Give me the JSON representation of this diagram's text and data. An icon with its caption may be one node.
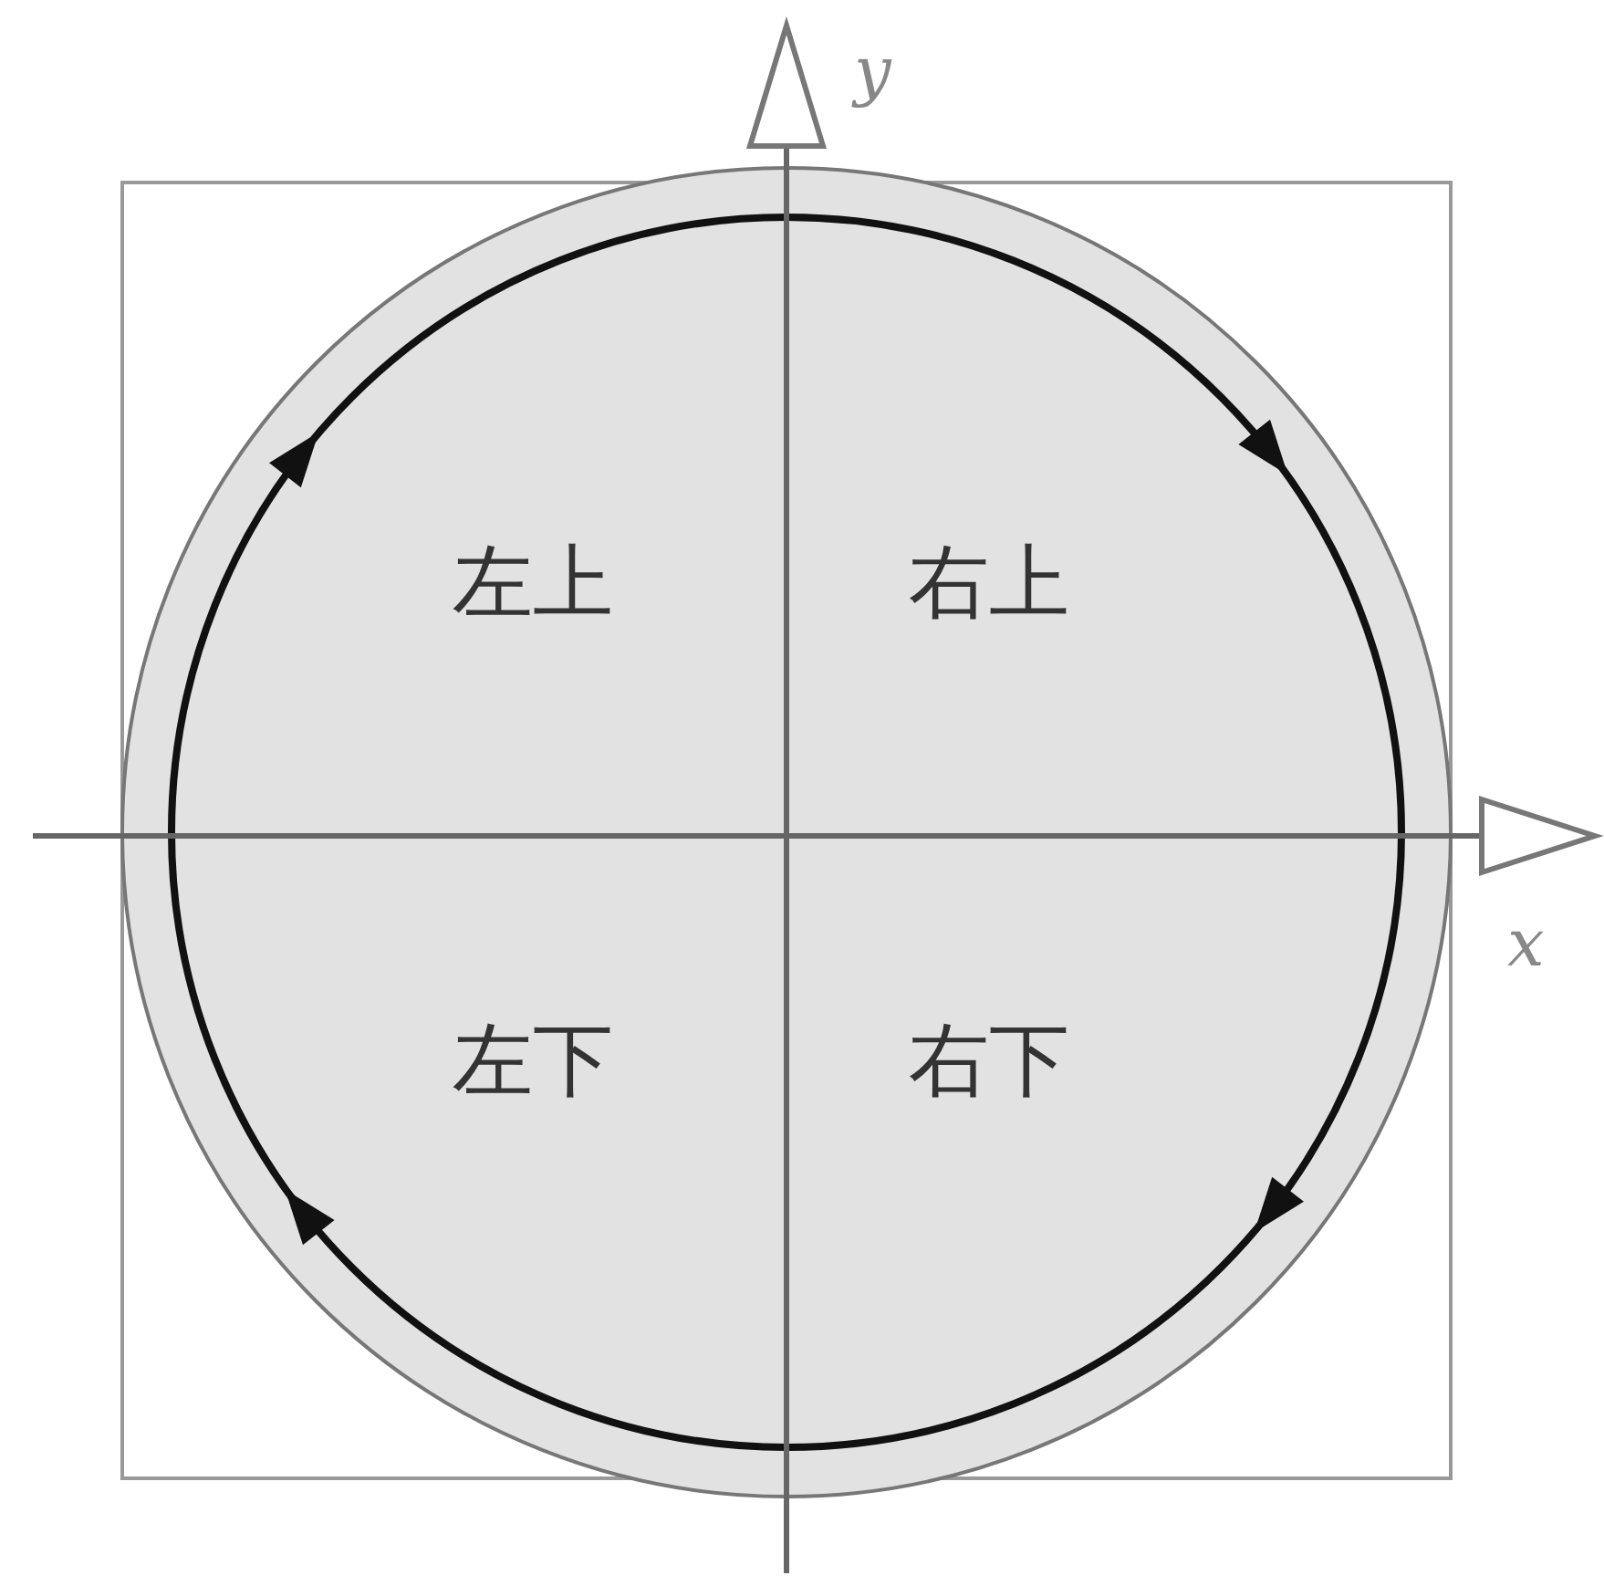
{
  "diagram": {
    "labels": [
      "y",
      "左上",
      "右上",
      "x",
      "左下",
      "右下"
    ]
  }
}
